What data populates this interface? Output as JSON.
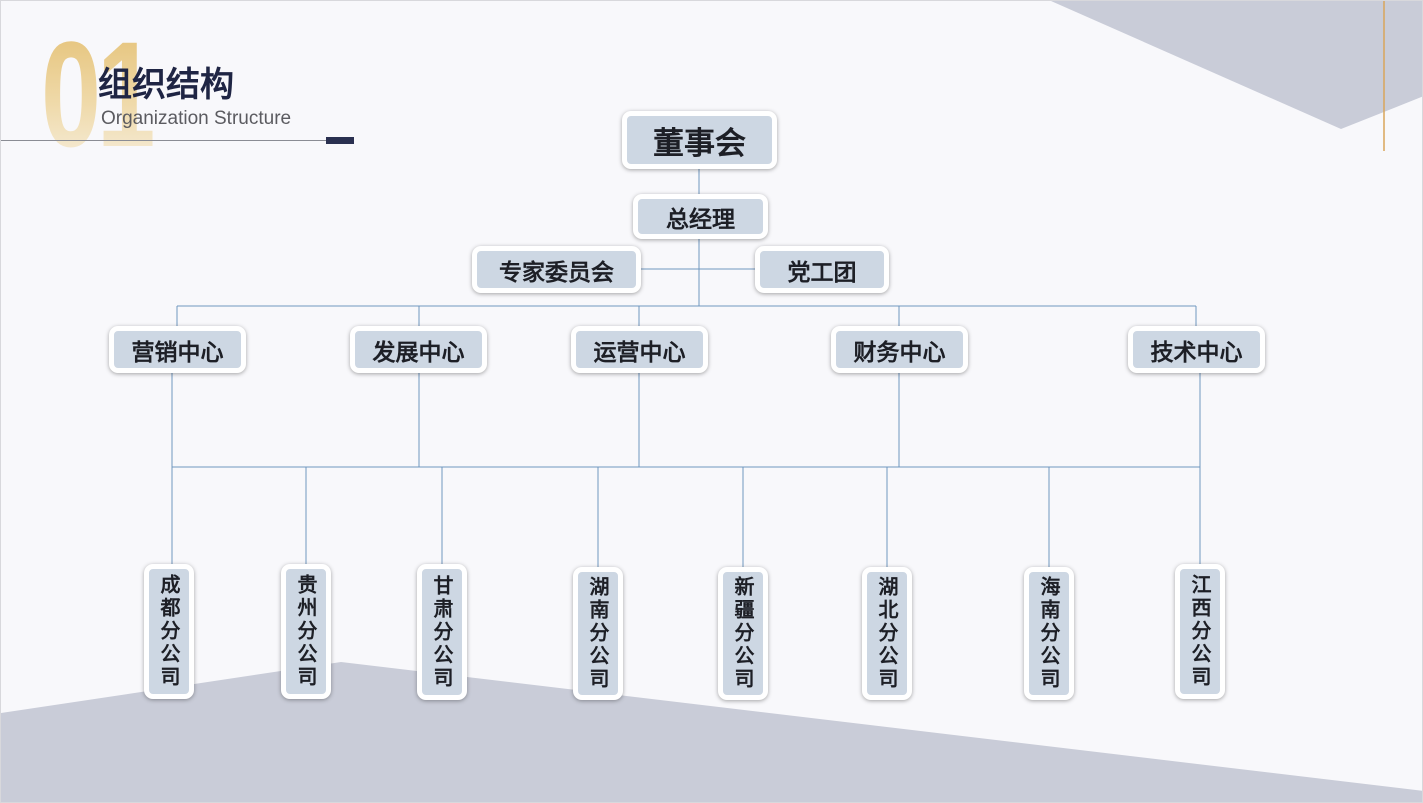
{
  "header": {
    "number": "01",
    "title": "组织结构",
    "subtitle": "Organization Structure"
  },
  "colors": {
    "background": "#f8f8fb",
    "accent_shape": "#c9ccd8",
    "gold": "#e4c074",
    "navy": "#1f2544",
    "node_fill": "#cdd7e3",
    "connector": "#6f97bf"
  },
  "org": {
    "board": "董事会",
    "general_manager": "总经理",
    "side_left": "专家委员会",
    "side_right": "党工团",
    "centers": [
      "营销中心",
      "发展中心",
      "运营中心",
      "财务中心",
      "技术中心"
    ],
    "branches": [
      "成都分公司",
      "贵州分公司",
      "甘肃分公司",
      "湖南分公司",
      "新疆分公司",
      "湖北分公司",
      "海南分公司",
      "江西分公司"
    ]
  }
}
